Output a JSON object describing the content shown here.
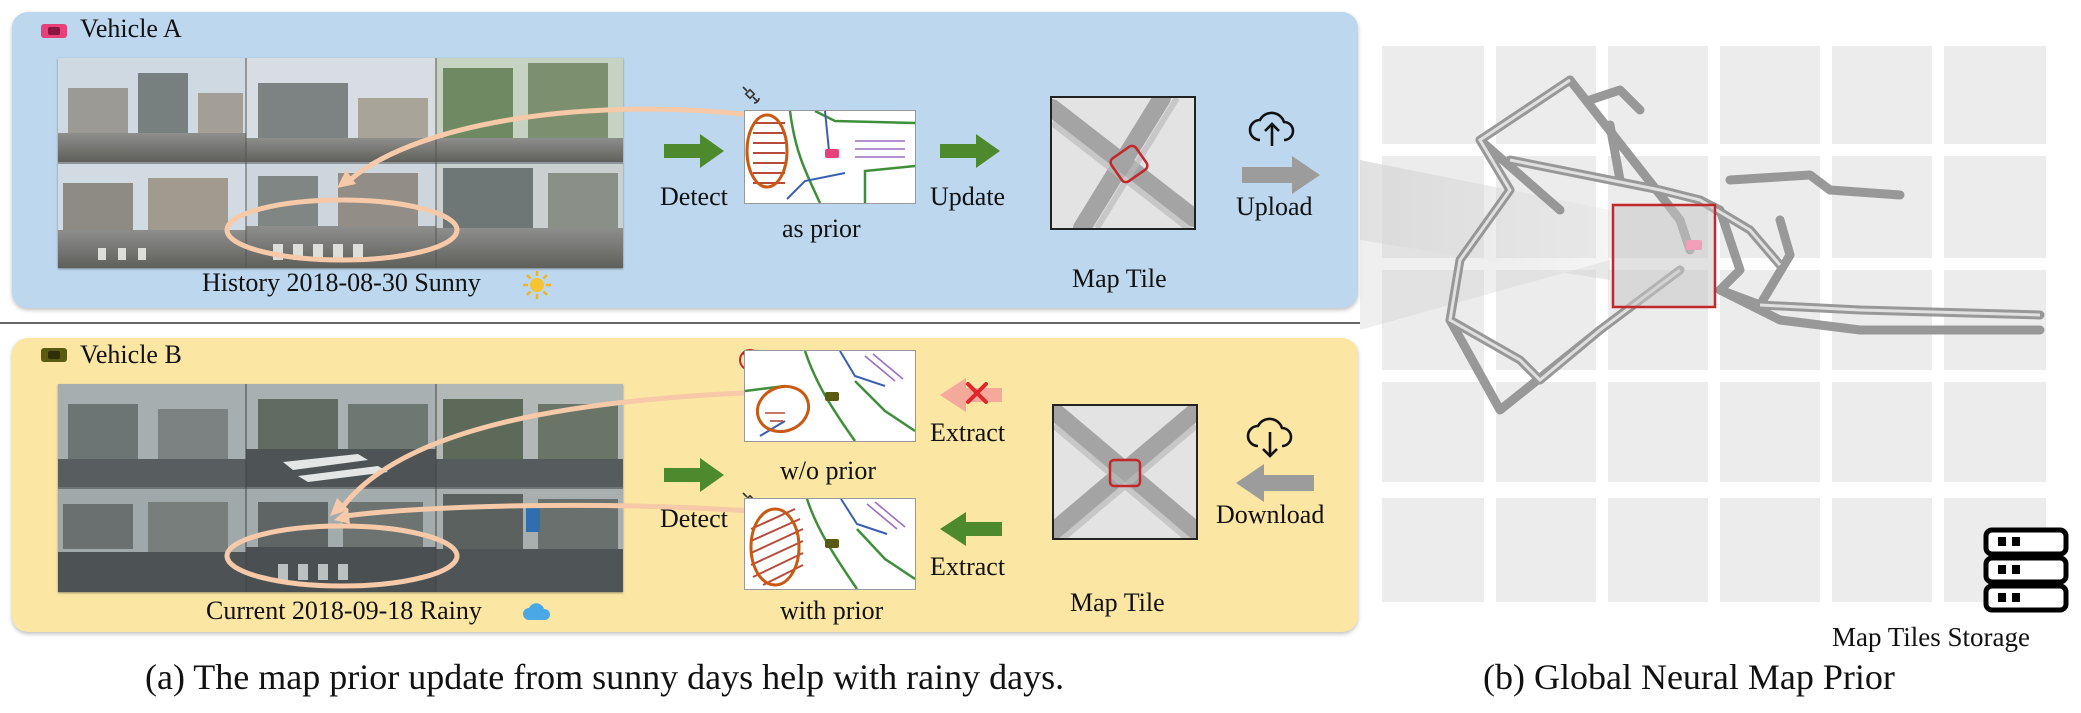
{
  "panel_a": {
    "vehicle_label": "Vehicle A",
    "history_caption": "History 2018-08-30 Sunny",
    "detect_label": "Detect",
    "prior_caption": "as prior",
    "update_label": "Update",
    "tile_caption": "Map Tile",
    "upload_label": "Upload"
  },
  "panel_b": {
    "vehicle_label": "Vehicle B",
    "current_caption": "Current 2018-09-18 Rainy",
    "detect_label": "Detect",
    "without_prior_caption": "w/o prior",
    "with_prior_caption": "with prior",
    "extract_top_label": "Extract",
    "extract_bottom_label": "Extract",
    "tile_caption": "Map Tile",
    "download_label": "Download"
  },
  "global_map": {
    "storage_label": "Map Tiles Storage"
  },
  "captions": {
    "left": "(a) The map prior update from sunny days help with rainy days.",
    "right": "(b) Global Neural Map Prior"
  },
  "colors": {
    "panel_a_bg": "#bcd7ee",
    "panel_b_bg": "#fbe6a4",
    "arrow_green": "#4d8a2e",
    "arrow_gray": "#9c9c9c",
    "arrow_pink": "#f4a99a",
    "highlight_red": "#c0282c",
    "ellipse_peach": "#f6c9a8",
    "prior_orange": "#c85a14",
    "car_pink": "#e8407a",
    "car_olive": "#5b5a12"
  },
  "icons": [
    "car-icon",
    "sun-icon",
    "cloud-icon",
    "satellite-icon",
    "no-satellite-icon",
    "cloud-upload-icon",
    "cloud-download-icon",
    "cross-icon",
    "server-icon"
  ]
}
